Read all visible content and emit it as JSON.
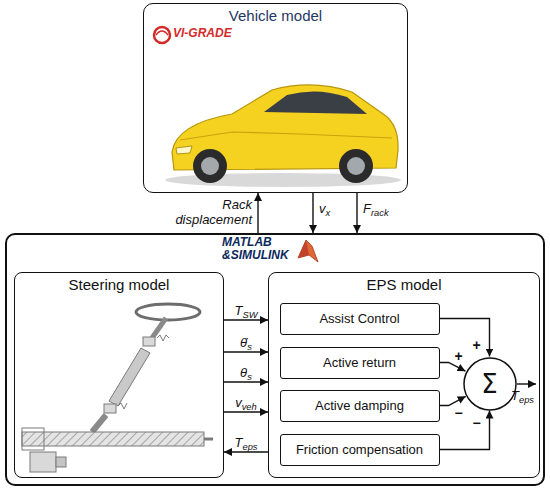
{
  "diagram": {
    "nodes": [
      {
        "text": [
          "Vehicle model"
        ]
      },
      {
        "text": [
          "MATLAB &SIMULINK"
        ]
      },
      {
        "text": [
          "Steering model"
        ],
        "in": 1
      },
      {
        "text": [
          "EPS model"
        ],
        "in": 1
      },
      {
        "text": [
          "Assist Control"
        ],
        "in": 3
      },
      {
        "text": [
          "Active return"
        ],
        "in": 3
      },
      {
        "text": [
          "Active damping"
        ],
        "in": 3
      },
      {
        "text": [
          "Friction compensation"
        ],
        "in": 3
      },
      {
        "text": [
          "Σ"
        ],
        "in": 3
      }
    ],
    "edges": [
      {
        "from": 1,
        "to": 0,
        "arrow": "to",
        "label": "Rack displacement"
      },
      {
        "from": 0,
        "to": 1,
        "arrow": "to",
        "label": "vx"
      },
      {
        "from": 0,
        "to": 1,
        "arrow": "to",
        "label": "Frack"
      },
      {
        "from": 2,
        "to": 3,
        "arrow": "to",
        "label": "TSW"
      },
      {
        "from": 2,
        "to": 3,
        "arrow": "to",
        "label": "θ̇s"
      },
      {
        "from": 2,
        "to": 3,
        "arrow": "to",
        "label": "θs"
      },
      {
        "from": 2,
        "to": 3,
        "arrow": "to",
        "label": "vveh"
      },
      {
        "from": 3,
        "to": 2,
        "arrow": "to",
        "label": "Teps"
      },
      {
        "from": 4,
        "to": 8,
        "arrow": "to",
        "label": "+"
      },
      {
        "from": 5,
        "to": 8,
        "arrow": "to",
        "label": "+"
      },
      {
        "from": 6,
        "to": 8,
        "arrow": "to",
        "label": "−"
      },
      {
        "from": 7,
        "to": 8,
        "arrow": "to",
        "label": "−"
      }
    ],
    "labels": [
      "VI-GRADE",
      "Teps"
    ]
  }
}
